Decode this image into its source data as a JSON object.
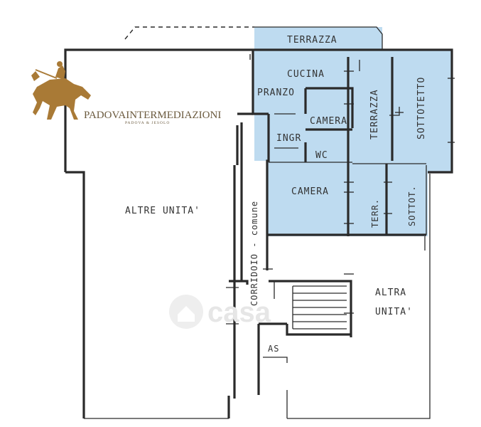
{
  "logo": {
    "company": "PADOVAINTERMEDIAZIONI",
    "tagline": "PADOVA & JESOLO"
  },
  "watermark": "casa",
  "colors": {
    "highlight": "#b9d8ef",
    "wall": "#2a2a2a",
    "logo": "#a97a36"
  },
  "rooms": {
    "terrazza_top": "TERRAZZA",
    "cucina": "CUCINA",
    "pranzo": "PRANZO",
    "camera_1": "CAMERA",
    "terrazza_side": "TERRAZZA",
    "sottotetto": "SOTTOTETTO",
    "ingr": "INGR",
    "wc": "WC",
    "camera_2": "CAMERA",
    "terr": "TERR.",
    "sottot": "SOTTOT."
  },
  "areas": {
    "altre_unita": "ALTRE UNITA'",
    "altra": "ALTRA",
    "unita": "UNITA'",
    "corridoio": "CORRIDOIO - comune",
    "as": "AS"
  }
}
